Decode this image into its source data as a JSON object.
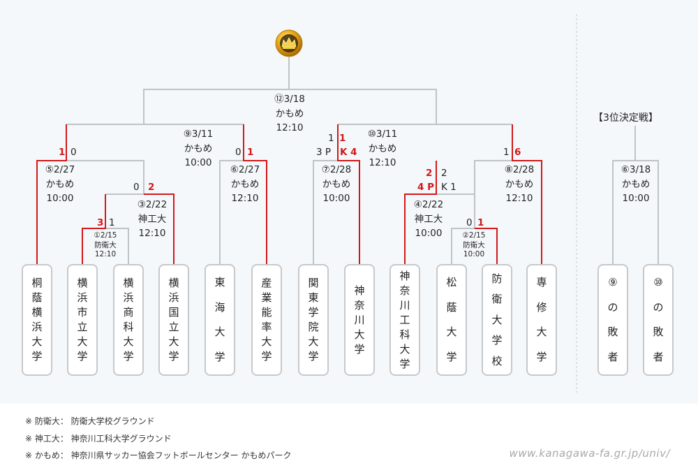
{
  "third_place_title": "【3位決定戦】",
  "teams": [
    {
      "chars": [
        "桐",
        "蔭",
        "横",
        "浜",
        "大",
        "学"
      ]
    },
    {
      "chars": [
        "横",
        "浜",
        "市",
        "立",
        "大",
        "学"
      ]
    },
    {
      "chars": [
        "横",
        "浜",
        "商",
        "科",
        "大",
        "学"
      ]
    },
    {
      "chars": [
        "横",
        "浜",
        "国",
        "立",
        "大",
        "学"
      ]
    },
    {
      "chars": [
        "東",
        "海",
        "大",
        "学"
      ]
    },
    {
      "chars": [
        "産",
        "業",
        "能",
        "率",
        "大",
        "学"
      ]
    },
    {
      "chars": [
        "関",
        "東",
        "学",
        "院",
        "大",
        "学"
      ]
    },
    {
      "chars": [
        "神",
        "奈",
        "川",
        "大",
        "学"
      ]
    },
    {
      "chars": [
        "神",
        "奈",
        "川",
        "工",
        "科",
        "大",
        "学"
      ]
    },
    {
      "chars": [
        "松",
        "蔭",
        "大",
        "学"
      ]
    },
    {
      "chars": [
        "防",
        "衛",
        "大",
        "学",
        "校"
      ]
    },
    {
      "chars": [
        "専",
        "修",
        "大",
        "学"
      ]
    },
    {
      "chars": [
        "⑨",
        "の",
        "敗",
        "者"
      ]
    },
    {
      "chars": [
        "⑩",
        "の",
        "敗",
        "者"
      ]
    }
  ],
  "matches": {
    "m1": {
      "date": "①2/15",
      "venue": "防衛大",
      "time": "12:10"
    },
    "m2": {
      "date": "②2/15",
      "venue": "防衛大",
      "time": "10:00"
    },
    "m3": {
      "date": "③2/22",
      "venue": "神工大",
      "time": "12:10"
    },
    "m4": {
      "date": "④2/22",
      "venue": "神工大",
      "time": "10:00"
    },
    "m5": {
      "date": "⑤2/27",
      "venue": "かもめ",
      "time": "10:00"
    },
    "m6": {
      "date": "⑥2/27",
      "venue": "かもめ",
      "time": "12:10"
    },
    "m7": {
      "date": "⑦2/28",
      "venue": "かもめ",
      "time": "10:00"
    },
    "m8": {
      "date": "⑧2/28",
      "venue": "かもめ",
      "time": "12:10"
    },
    "m9": {
      "date": "⑨3/11",
      "venue": "かもめ",
      "time": "10:00"
    },
    "m10": {
      "date": "⑩3/11",
      "venue": "かもめ",
      "time": "12:10"
    },
    "m12": {
      "date": "⑫3/18",
      "venue": "かもめ",
      "time": "12:10"
    },
    "m3rd": {
      "date": "⑥3/18",
      "venue": "かもめ",
      "time": "10:00"
    }
  },
  "scores": {
    "m1_win": "3",
    "m1_lose": "1",
    "m2_lose": "0",
    "m2_win": "1",
    "m3_lose": "0",
    "m3_win": "2",
    "m4_win": "2",
    "m4_lose": "2",
    "m4_win_pk": "4 P",
    "m4_lose_pk": "K 1",
    "m5_win": "1",
    "m5_lose": "0",
    "m6_lose": "0",
    "m6_win": "1",
    "m7_lose": "1",
    "m7_win": "1",
    "m7_lose_pk": "3 P",
    "m7_win_pk": "K 4",
    "m8_lose": "1",
    "m8_win": "6"
  },
  "notes": [
    "※ 防衛大： 防衛大学校グラウンド",
    "※ 神工大： 神奈川工科大学グラウンド",
    "※ かもめ： 神奈川県サッカー協会フットボールセンター かもめパーク"
  ],
  "url": "www.kanagawa-fa.gr.jp/univ/",
  "colors": {
    "winner_line": "#d01818",
    "line": "#bfc3c7",
    "background": "#f5f8fb"
  }
}
